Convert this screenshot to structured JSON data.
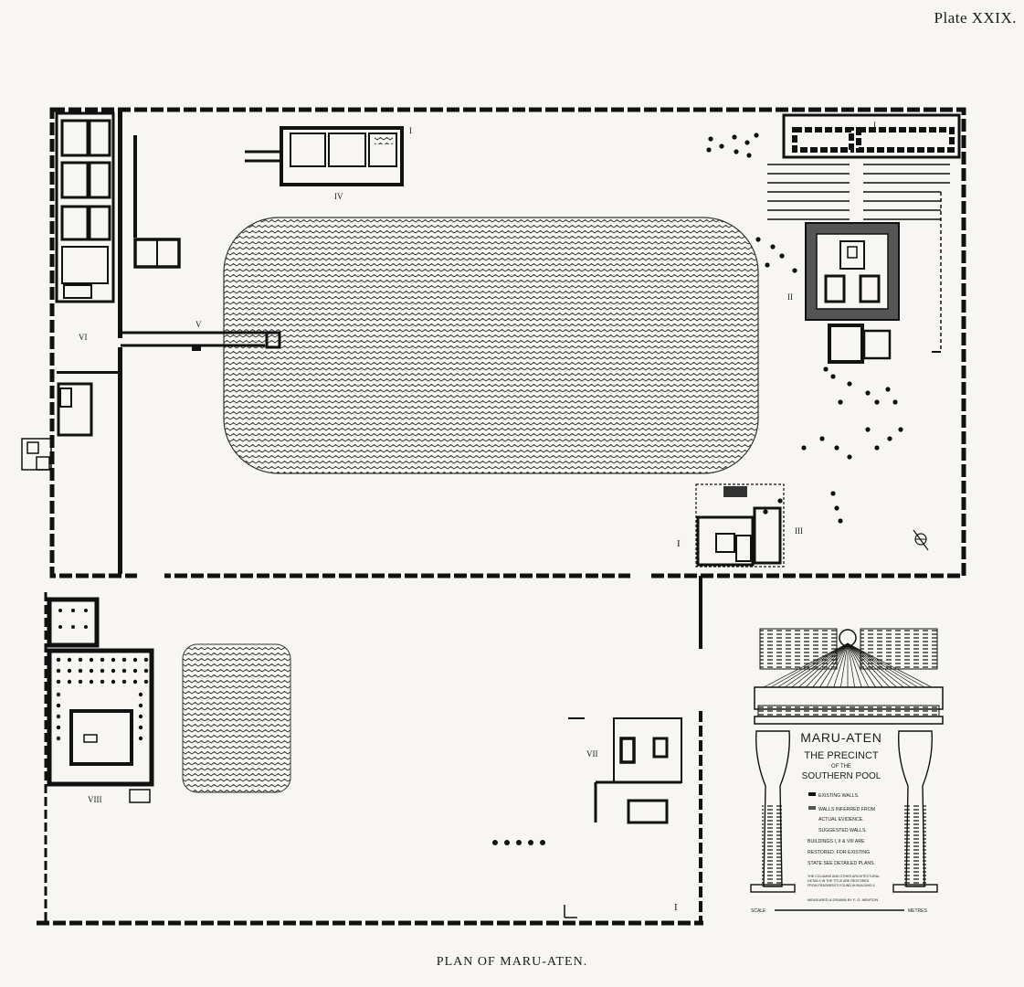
{
  "plate_label": "Plate XXIX.",
  "caption": "PLAN OF MARU-ATEN.",
  "roman_labels": {
    "I": "I",
    "II": "II",
    "III": "III",
    "IV": "IV",
    "V": "V",
    "VI": "VI",
    "VII": "VII",
    "VIII": "VIII"
  },
  "cartouche": {
    "title": "MARU-ATEN",
    "subtitle_1": "THE PRECINCT",
    "subtitle_2": "OF THE",
    "subtitle_3": "SOUTHERN POOL",
    "legend": [
      "EXISTING WALLS.",
      "WALLS INFERRED FROM",
      "ACTUAL EVIDENCE.",
      "SUGGESTED WALLS.",
      "BUILDINGS I, II & VIII ARE",
      "RESTORED. FOR EXISTING",
      "STATE SEE DETAILED PLANS."
    ],
    "note": [
      "THE COLUMNS AND OTHER ARCHITECTURAL",
      "DETAILS IN THE TITLE ARE RESTORED",
      "FROM FRAGMENTS FOUND IN BUILDING II."
    ],
    "credit": "MEASURED & DRAWN BY F. G. NEWTON",
    "scale_label": "SCALE",
    "scale_unit": "METRES"
  },
  "colors": {
    "ink": "#111111",
    "paper": "#f7f6f2"
  }
}
